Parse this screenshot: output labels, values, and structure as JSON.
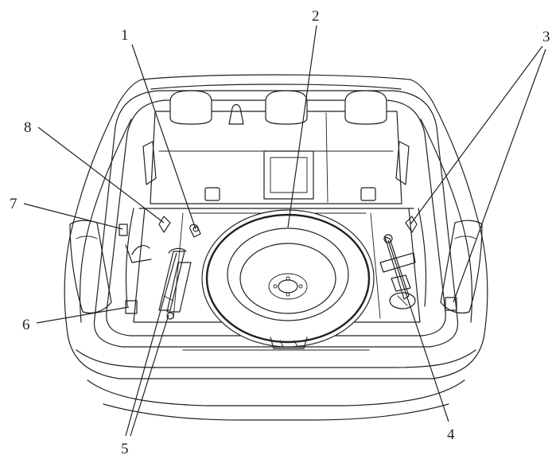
{
  "callouts": [
    {
      "id": "1",
      "text": "1"
    },
    {
      "id": "2",
      "text": "2"
    },
    {
      "id": "3",
      "text": "3"
    },
    {
      "id": "4",
      "text": "4"
    },
    {
      "id": "5",
      "text": "5"
    },
    {
      "id": "6",
      "text": "6"
    },
    {
      "id": "7",
      "text": "7"
    },
    {
      "id": "8",
      "text": "8"
    }
  ],
  "icons": {
    "spare_tire": "spare-tire-icon",
    "jack": "jack-icon",
    "wheel_wrench": "wheel-wrench-icon",
    "tie_down_hook": "tie-down-hook-icon",
    "seat_headrest": "headrest-icon"
  },
  "colors": {
    "line": "#231f20",
    "background": "#ffffff"
  }
}
